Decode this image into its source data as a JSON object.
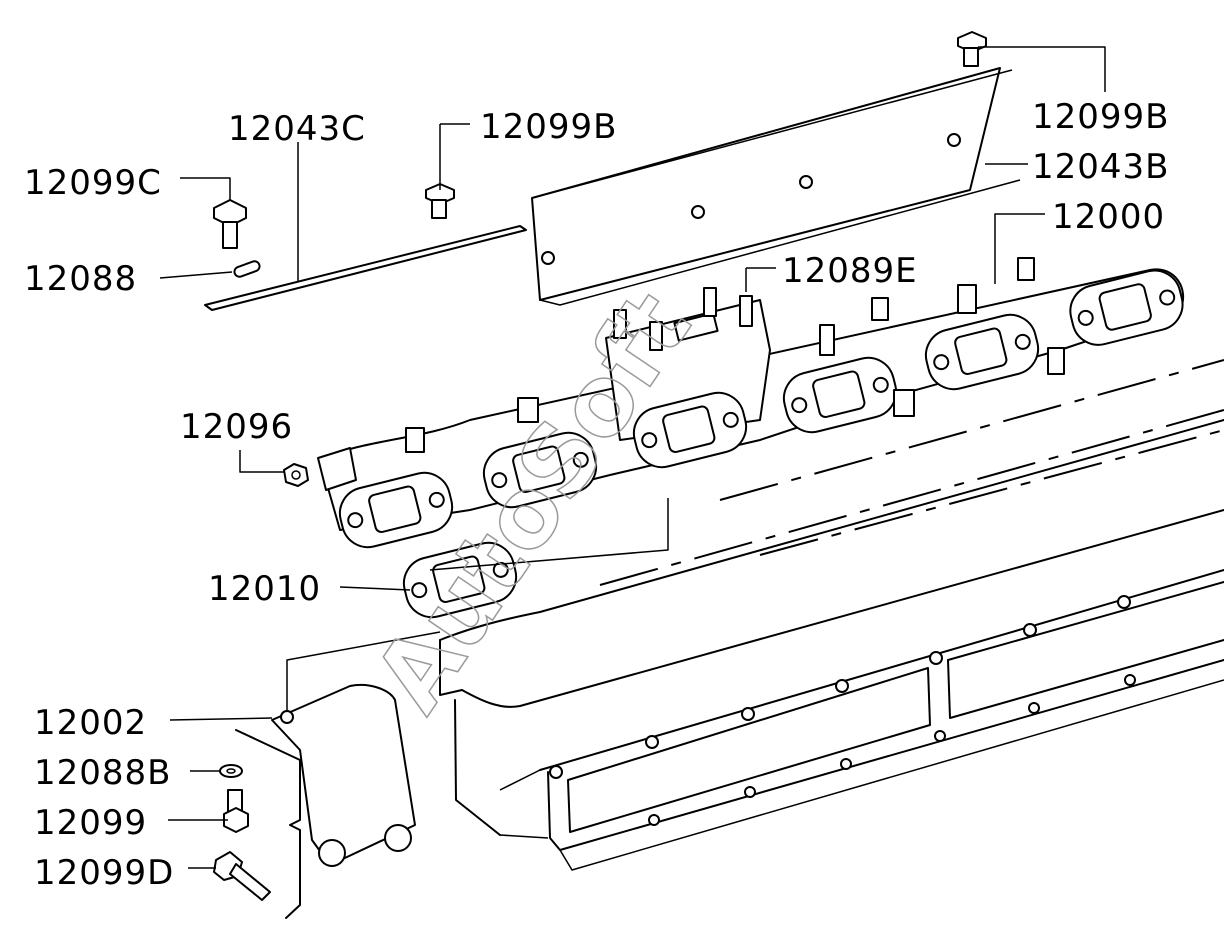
{
  "watermark": "AutoSoft",
  "callouts": {
    "c12099B_top": "12099B",
    "c12043B": "12043B",
    "c12000": "12000",
    "c12043C": "12043C",
    "c12099B_mid": "12099B",
    "c12099C": "12099C",
    "c12088": "12088",
    "c12089E": "12089E",
    "c12096": "12096",
    "c12010": "12010",
    "c12002": "12002",
    "c12088B": "12088B",
    "c12099": "12099",
    "c12099D": "12099D"
  }
}
